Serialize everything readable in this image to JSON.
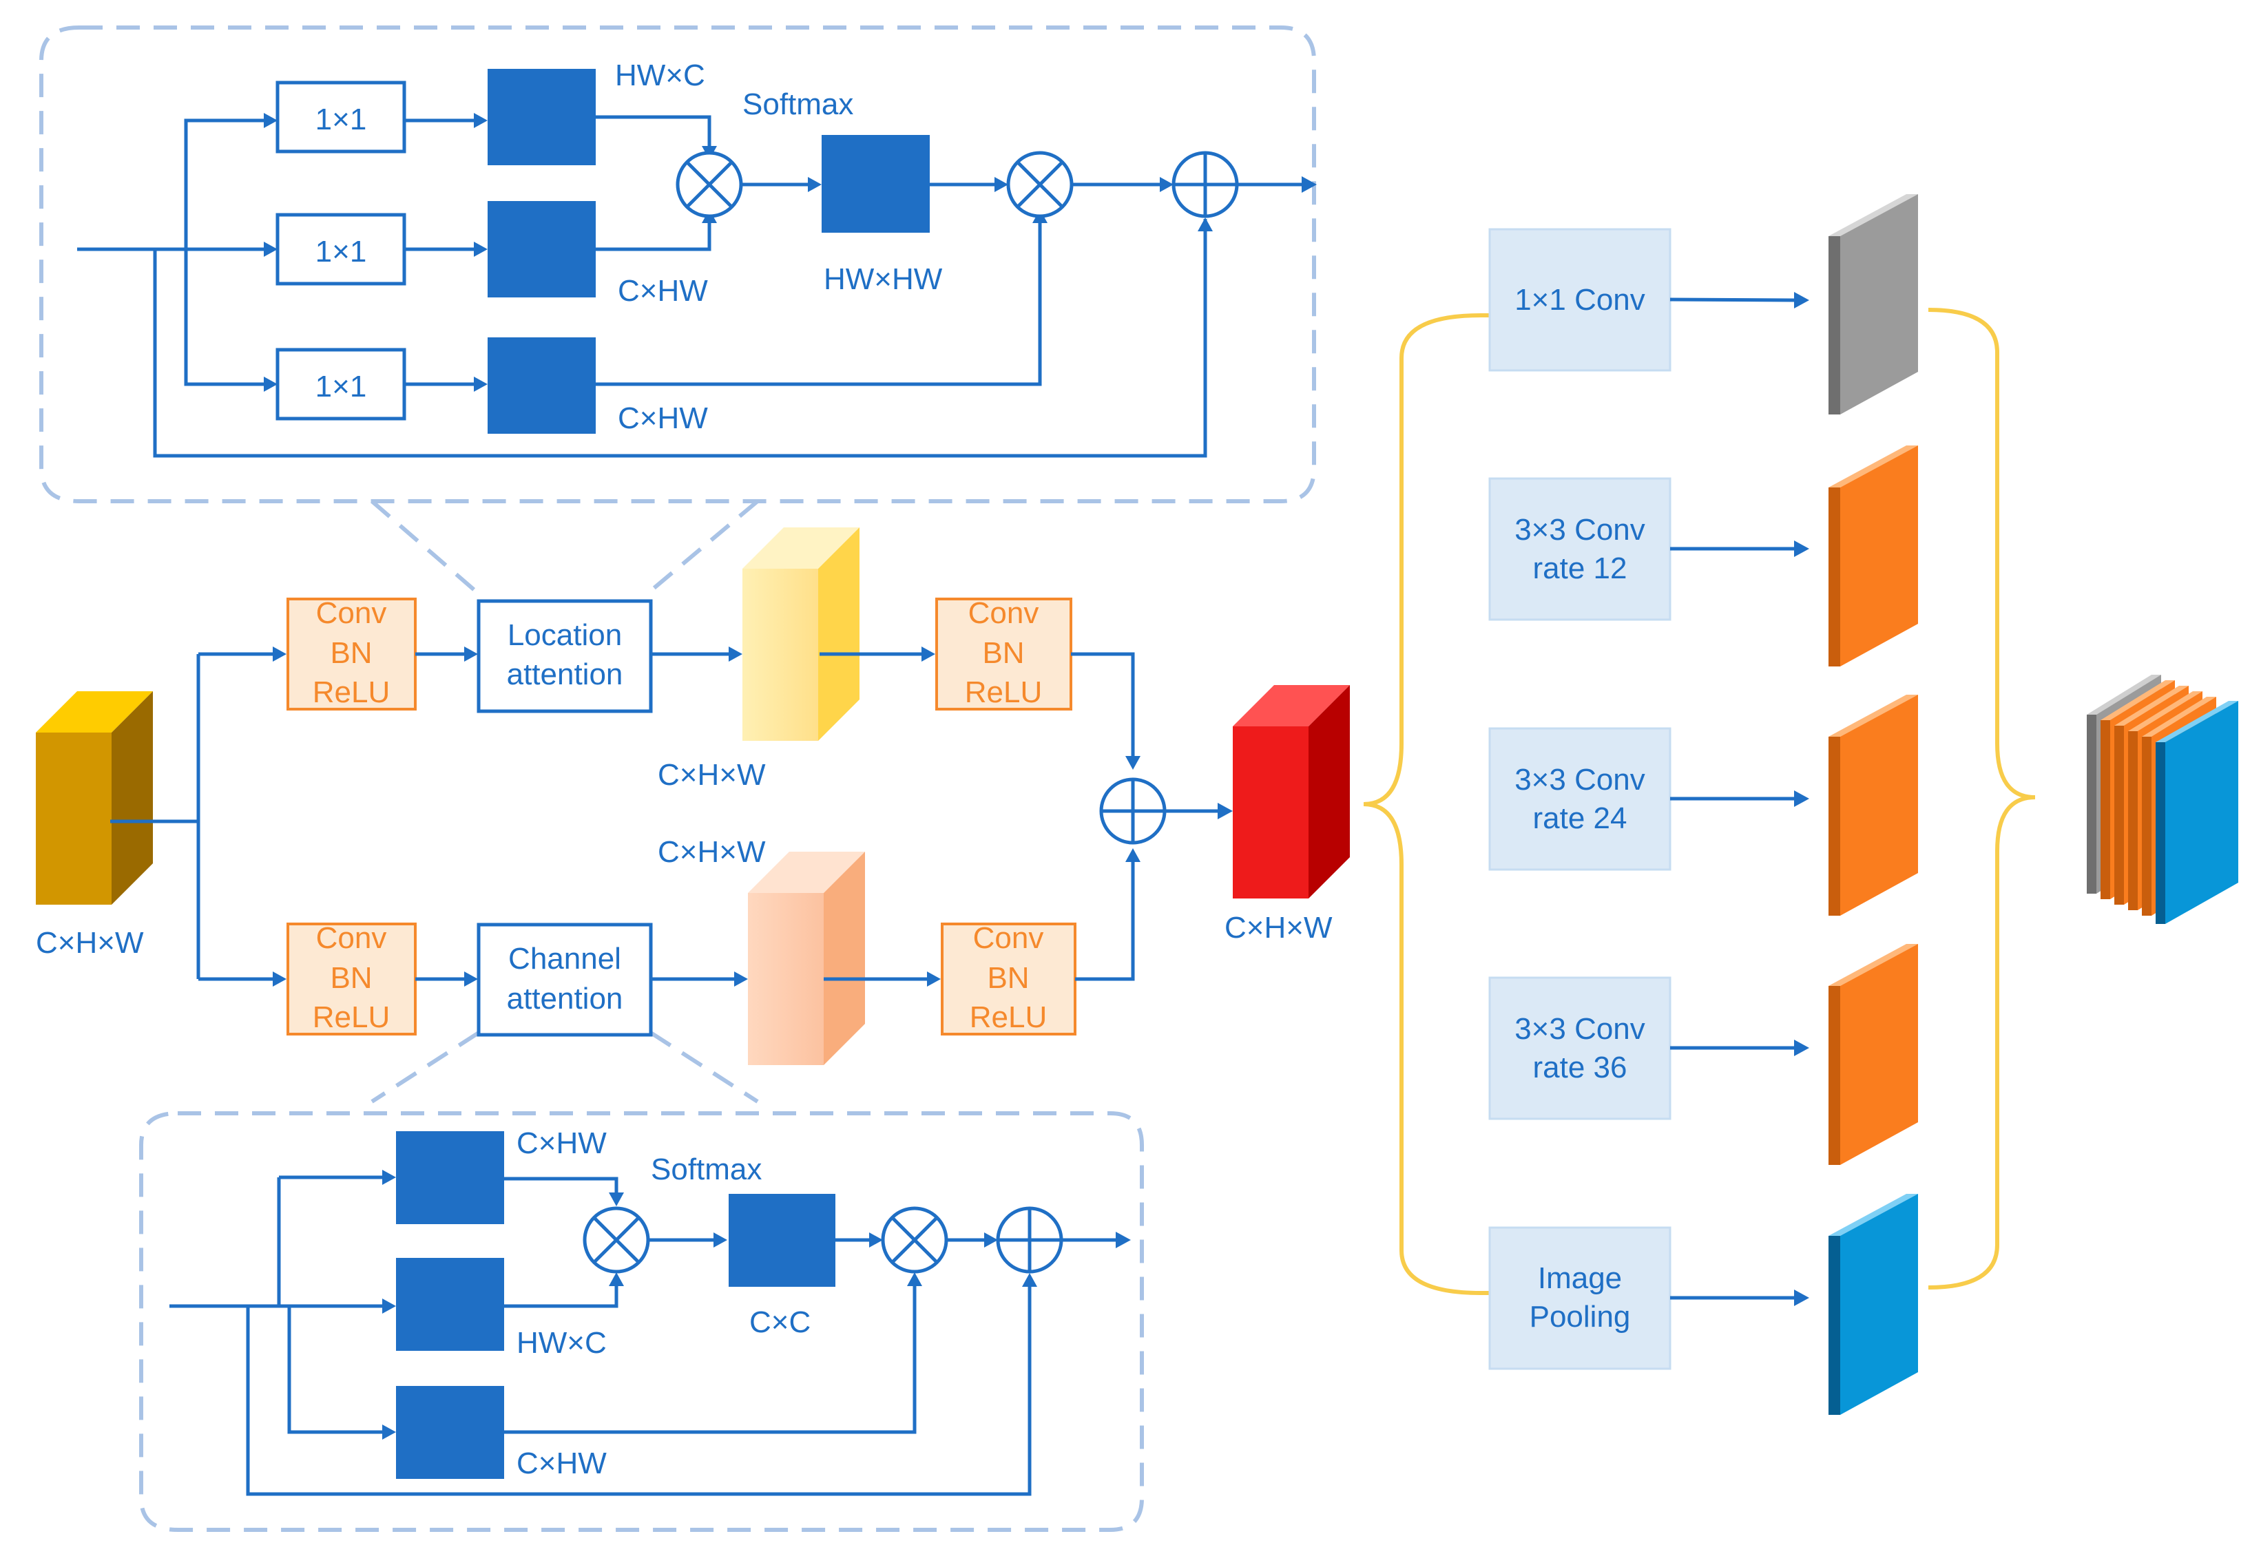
{
  "input_feature": {
    "label": "C×H×W"
  },
  "location_branch": {
    "conv_in": [
      "Conv",
      "BN",
      "ReLU"
    ],
    "attention": [
      "Location",
      "attention"
    ],
    "feature_label": "C×H×W",
    "conv_out": [
      "Conv",
      "BN",
      "ReLU"
    ]
  },
  "channel_branch": {
    "conv_in": [
      "Conv",
      "BN",
      "ReLU"
    ],
    "attention": [
      "Channel",
      "attention"
    ],
    "feature_label": "C×H×W",
    "conv_out": [
      "Conv",
      "BN",
      "ReLU"
    ]
  },
  "fused_feature": {
    "label": "C×H×W"
  },
  "location_detail": {
    "conv_labels": [
      "1×1",
      "1×1",
      "1×1"
    ],
    "label_hwc": "HW×C",
    "label_softmax": "Softmax",
    "label_chw_1": "C×HW",
    "label_hwhw": "HW×HW",
    "label_chw_2": "C×HW"
  },
  "channel_detail": {
    "label_chw_top": "C×HW",
    "label_softmax": "Softmax",
    "label_hwc": "HW×C",
    "label_cc": "C×C",
    "label_chw_bottom": "C×HW"
  },
  "aspp": {
    "branches": [
      {
        "lines": [
          "1×1 Conv"
        ],
        "output_color": "#9b9b9b"
      },
      {
        "lines": [
          "3×3 Conv",
          "rate 12"
        ],
        "output_color": "#fa7d1e"
      },
      {
        "lines": [
          "3×3 Conv",
          "rate 24"
        ],
        "output_color": "#fa7d1e"
      },
      {
        "lines": [
          "3×3 Conv",
          "rate 36"
        ],
        "output_color": "#fa7d1e"
      },
      {
        "lines": [
          "Image",
          "Pooling"
        ],
        "output_color": "#0896d8"
      }
    ]
  },
  "colors": {
    "arrow": "#1f6fc5",
    "block": "#1f6fc5",
    "conv_bn_relu": "#f5892c",
    "conv_bn_relu_fill": "#fde9d3",
    "dashed_border": "#a9c3e6",
    "aspp_box": "#dbe9f6",
    "brace": "#f8cc4a",
    "input_cube": "#d29600",
    "fused_cube": "#ee1b1b"
  }
}
